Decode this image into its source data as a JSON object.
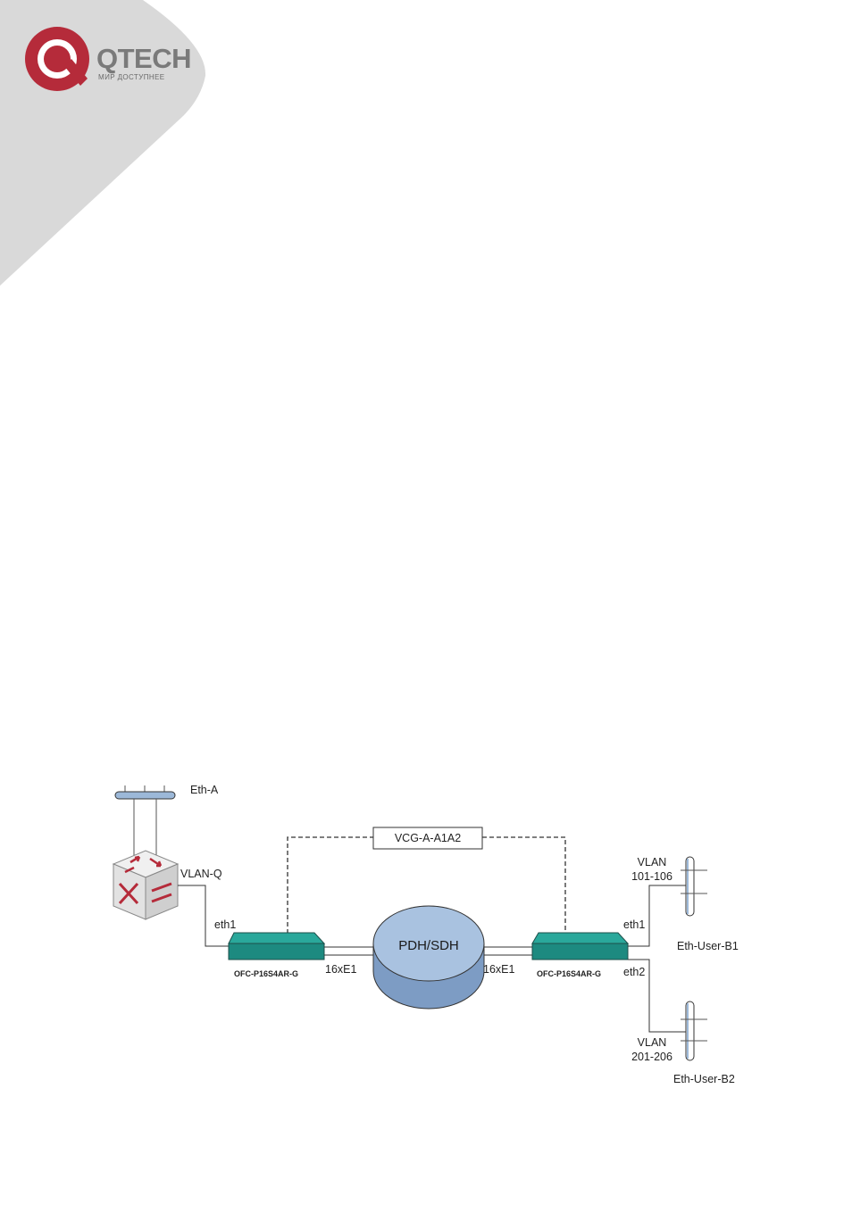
{
  "logo": {
    "name": "QTECH",
    "tagline": "МИР ДОСТУПНЕЕ"
  },
  "diagram": {
    "eth_a": "Eth-A",
    "vlan_q": "VLAN-Q",
    "vcg": "VCG-A-A1A2",
    "pdh_sdh": "PDH/SDH",
    "left_port": "eth1",
    "left_device": "OFC-P16S4AR-G",
    "left_link": "16xE1",
    "right_link": "16xE1",
    "right_device": "OFC-P16S4AR-G",
    "right_port_1": "eth1",
    "right_port_2": "eth2",
    "vlan_b1_name": "VLAN",
    "vlan_b1_range": "101-106",
    "user_b1": "Eth-User-B1",
    "vlan_b2_name": "VLAN",
    "vlan_b2_range": "201-206",
    "user_b2": "Eth-User-B2"
  },
  "colors": {
    "corner_gray": "#d9d9d9",
    "logo_red": "#b52b3a",
    "device_teal": "#1d8a80",
    "ring_blue": "#9cb8d8"
  }
}
